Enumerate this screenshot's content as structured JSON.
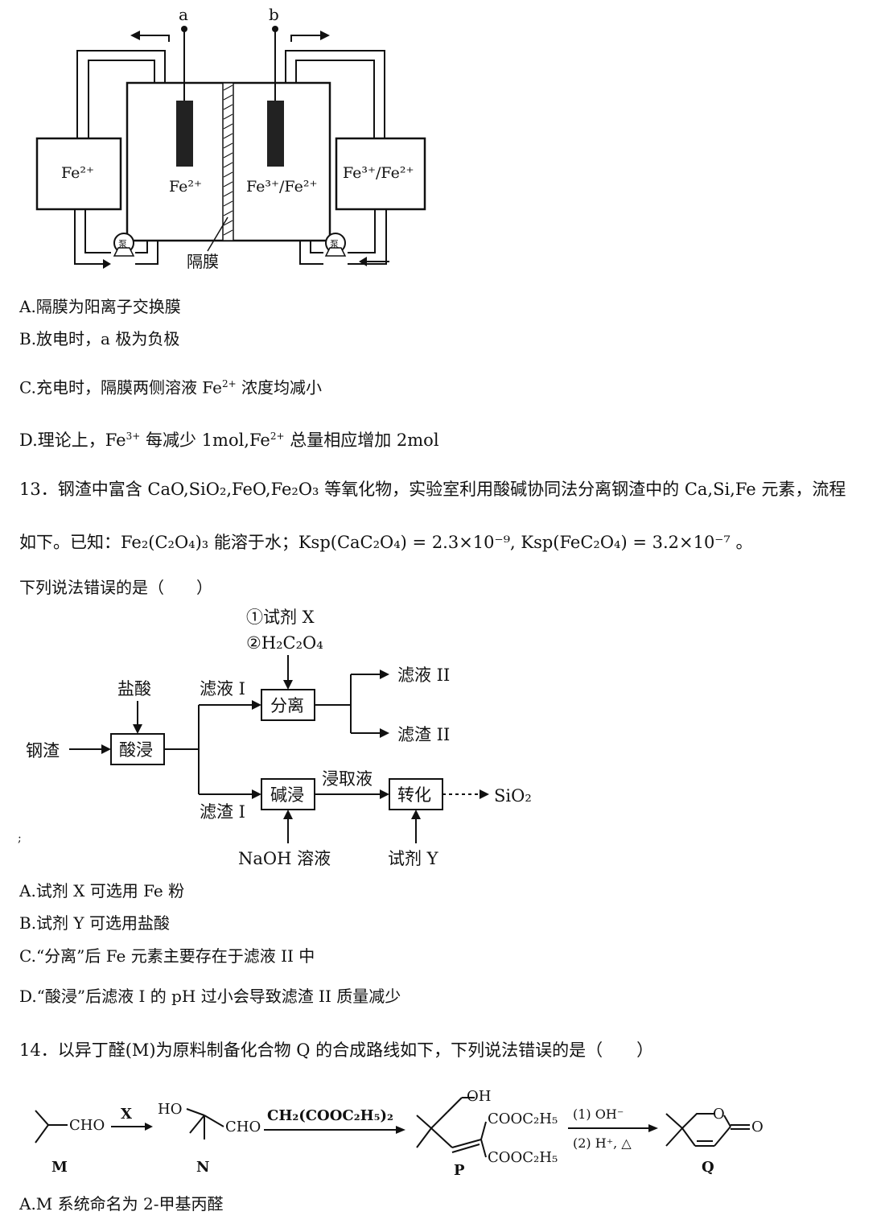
{
  "diagram1": {
    "electrode_a": "a",
    "electrode_b": "b",
    "tank_left": "Fe²⁺",
    "cell_left": "Fe²⁺",
    "cell_right": "Fe³⁺/Fe²⁺",
    "tank_right": "Fe³⁺/Fe²⁺",
    "pump_label": "泵",
    "membrane_label": "隔膜"
  },
  "q12": {
    "option_a": "A.隔膜为阳离子交换膜",
    "option_b": "B.放电时，a 极为负极",
    "option_c_pre": "C.充电时，隔膜两侧溶液 Fe",
    "option_c_sup": "2+",
    "option_c_post": " 浓度均减小",
    "option_d_pre": "D.理论上，Fe",
    "option_d_sup1": "3+",
    "option_d_mid": " 每减少 1mol,Fe",
    "option_d_sup2": "2+",
    "option_d_post": " 总量相应增加 2mol"
  },
  "q13": {
    "line1": "13．钢渣中富含 CaO,SiO₂,FeO,Fe₂O₃ 等氧化物，实验室利用酸碱协同法分离钢渣中的 Ca,Si,Fe 元素，流程",
    "line2": "如下。已知：Fe₂(C₂O₄)₃ 能溶于水；Ksp(CaC₂O₄) = 2.3×10⁻⁹, Ksp(FeC₂O₄) = 3.2×10⁻⁷ 。",
    "line3": "下列说法错误的是（　　）",
    "flow": {
      "reagent_x": "①试剂 X",
      "reagent_oxalic": "②H₂C₂O₄",
      "hcl": "盐酸",
      "steel_slag": "钢渣",
      "acid_leach": "酸浸",
      "filtrate_1": "滤液 I",
      "separate": "分离",
      "filtrate_2": "滤液 II",
      "residue_2": "滤渣 II",
      "residue_1": "滤渣 I",
      "alkali_leach": "碱浸",
      "leachate": "浸取液",
      "convert": "转化",
      "sio2": "SiO₂",
      "naoh": "NaOH 溶液",
      "reagent_y": "试剂 Y",
      "stray_mark": ";"
    },
    "option_a": "A.试剂 X 可选用 Fe 粉",
    "option_b": "B.试剂 Y 可选用盐酸",
    "option_c": "C.“分离”后 Fe 元素主要存在于滤液 II 中",
    "option_d": "D.“酸浸”后滤液 I 的 pH 过小会导致滤渣 II 质量减少"
  },
  "q14": {
    "stem": "14．以异丁醛(M)为原料制备化合物 Q 的合成路线如下，下列说法错误的是（　　）",
    "scheme": {
      "cho_m": "CHO",
      "reagent_x": "X",
      "ho_n": "HO",
      "cho_n": "CHO",
      "reagent_malonate": "CH₂(COOC₂H₅)₂",
      "oh_p": "OH",
      "ester_top": "COOC₂H₅",
      "ester_bottom": "COOC₂H₅",
      "step1": "(1) OH⁻",
      "step2": "(2) H⁺, △",
      "ring_o": "O",
      "carbonyl_o": "O",
      "label_m": "M",
      "label_n": "N",
      "label_p": "P",
      "label_q": "Q"
    },
    "option_a": "A.M 系统命名为 2-甲基丙醛"
  }
}
